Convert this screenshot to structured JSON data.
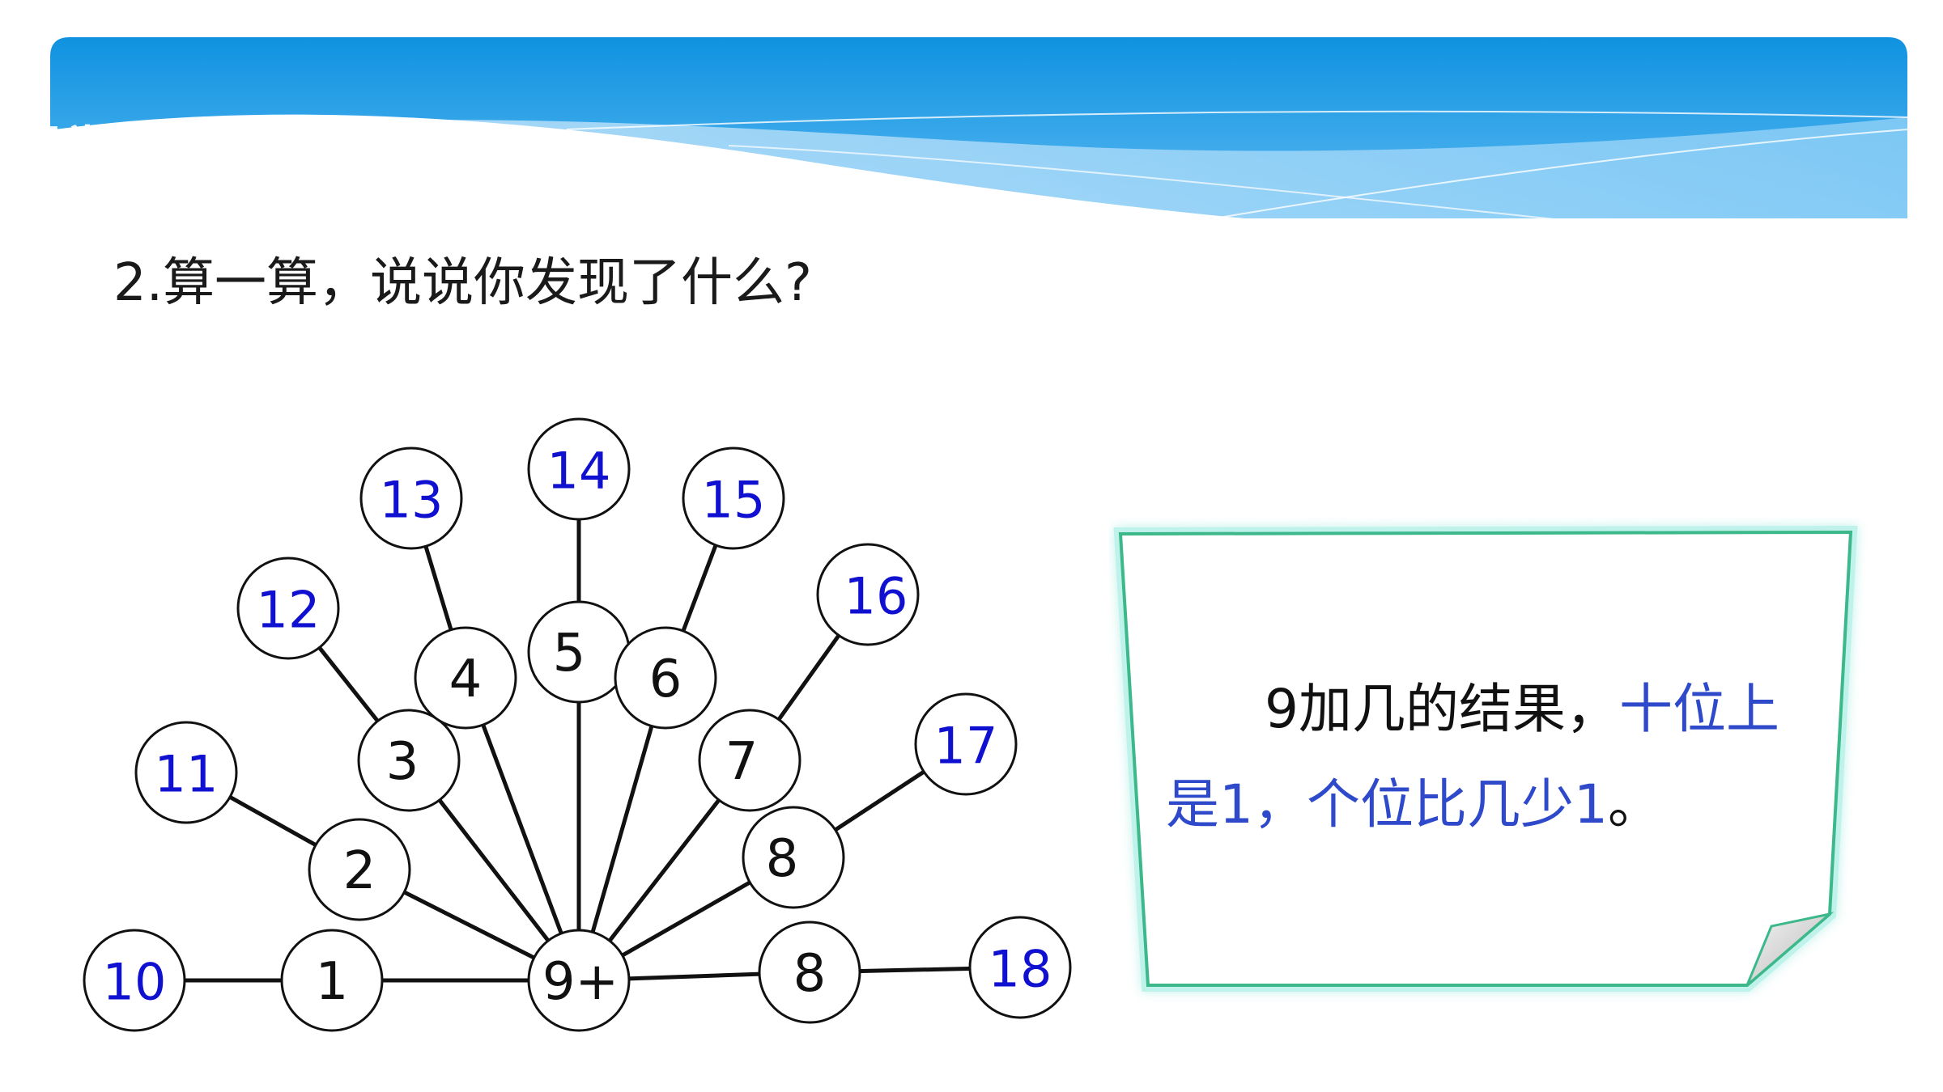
{
  "header": {
    "section_title": "课堂练习"
  },
  "question": "2.算一算，说说你发现了什么?",
  "diagram": {
    "center": {
      "label": "9+"
    },
    "addends": [
      "1",
      "2",
      "3",
      "4",
      "5",
      "6",
      "7",
      "8",
      "8"
    ],
    "results": [
      "10",
      "11",
      "12",
      "13",
      "14",
      "15",
      "16",
      "17",
      "18"
    ]
  },
  "note": {
    "lead": "9加几的结果，",
    "highlight": "十位上是1，个位比几少1",
    "end": "。"
  },
  "colors": {
    "result_text": "#1010d0",
    "highlight_text": "#2e49c9",
    "note_border": "#3cb88a",
    "banner_blue": "#1a9be6"
  }
}
